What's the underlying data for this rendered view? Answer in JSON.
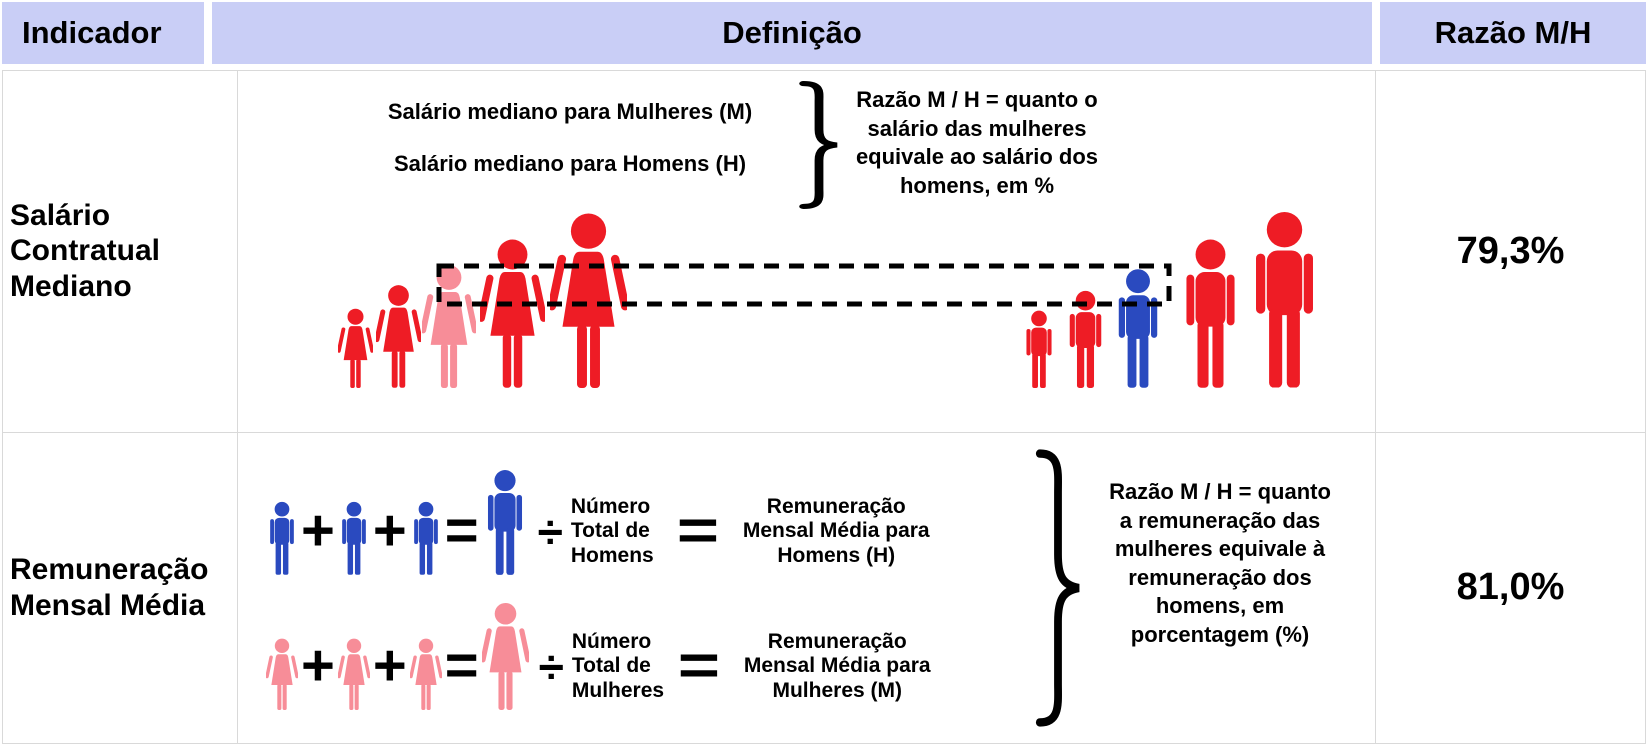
{
  "header": {
    "indicator": "Indicador",
    "definition": "Definição",
    "ratio": "Razão M/H"
  },
  "rows": [
    {
      "indicator": "Salário Contratual Mediano",
      "ratio": "79,3%",
      "definition": {
        "women_line": "Salário mediano para Mulheres (M)",
        "men_line": "Salário mediano para Homens (H)",
        "note": "Razão M / H = quanto o salário das mulheres equivale ao salário dos homens, em %"
      }
    },
    {
      "indicator": "Remuneração Mensal Média",
      "ratio": "81,0%",
      "definition": {
        "men_divisor": "Número Total de Homens",
        "men_result": "Remuneração Mensal Média para Homens (H)",
        "women_divisor": "Número Total de Mulheres",
        "women_result": "Remuneração Mensal Média para Mulheres (M)",
        "note": "Razão M / H = quanto a remuneração das mulheres equivale à remuneração dos homens, em porcentagem (%)"
      }
    }
  ],
  "operators": {
    "plus": "+",
    "equals": "=",
    "divide": "÷"
  },
  "figures": {
    "median_women_group": {
      "count": 5,
      "normal_color": "red",
      "median_color": "pink"
    },
    "median_men_group": {
      "count": 5,
      "normal_color": "red",
      "median_color": "blue"
    },
    "average_men_formula": {
      "small_count": 3,
      "large_count": 1,
      "color": "blue"
    },
    "average_women_formula": {
      "small_count": 3,
      "large_count": 1,
      "color": "pink"
    }
  },
  "colors": {
    "header_bg": "#C9CEF6",
    "red": "#EE1C25",
    "pink": "#F78D98",
    "blue": "#2A4ABF",
    "border": "#D9D9D9",
    "ink": "#000000"
  }
}
